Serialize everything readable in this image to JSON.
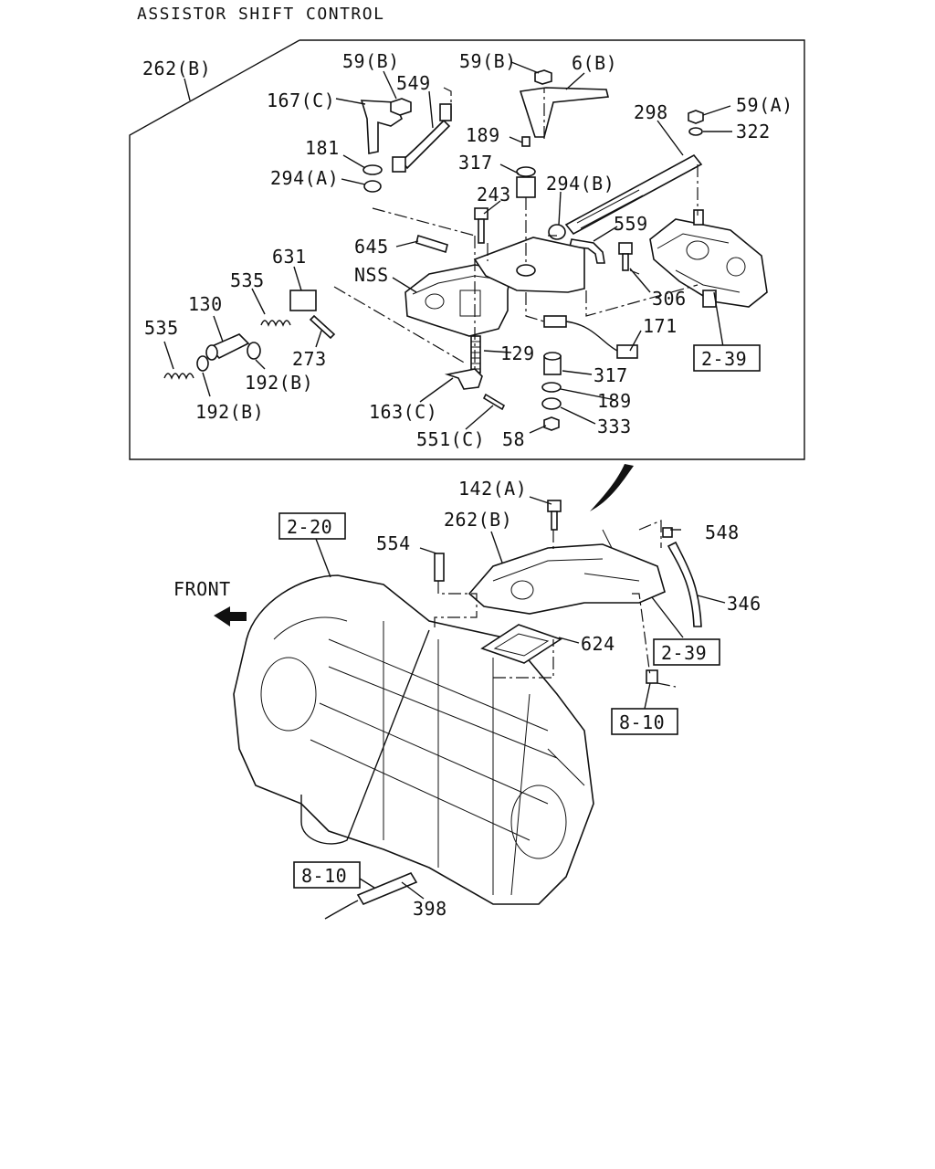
{
  "title": "ASSISTOR SHIFT CONTROL",
  "front_label": "FRONT",
  "callouts": [
    {
      "id": "c262b_top",
      "text": "262(B)"
    },
    {
      "id": "c59b_1",
      "text": "59(B)"
    },
    {
      "id": "c59b_2",
      "text": "59(B)"
    },
    {
      "id": "c6b",
      "text": "6(B)"
    },
    {
      "id": "c167c",
      "text": "167(C)"
    },
    {
      "id": "c549",
      "text": "549"
    },
    {
      "id": "c298",
      "text": "298"
    },
    {
      "id": "c59a",
      "text": "59(A)"
    },
    {
      "id": "c322",
      "text": "322"
    },
    {
      "id": "c189_top",
      "text": "189"
    },
    {
      "id": "c181",
      "text": "181"
    },
    {
      "id": "c317_top",
      "text": "317"
    },
    {
      "id": "c294a",
      "text": "294(A)"
    },
    {
      "id": "c294b",
      "text": "294(B)"
    },
    {
      "id": "c243",
      "text": "243"
    },
    {
      "id": "c559",
      "text": "559"
    },
    {
      "id": "c645",
      "text": "645"
    },
    {
      "id": "c631",
      "text": "631"
    },
    {
      "id": "cnss",
      "text": "NSS"
    },
    {
      "id": "c535_1",
      "text": "535"
    },
    {
      "id": "c306",
      "text": "306"
    },
    {
      "id": "c130",
      "text": "130"
    },
    {
      "id": "c171",
      "text": "171"
    },
    {
      "id": "c535_2",
      "text": "535"
    },
    {
      "id": "c273",
      "text": "273"
    },
    {
      "id": "c129",
      "text": "129"
    },
    {
      "id": "c317_bot",
      "text": "317"
    },
    {
      "id": "c192b_1",
      "text": "192(B)"
    },
    {
      "id": "c189_bot",
      "text": "189"
    },
    {
      "id": "c192b_2",
      "text": "192(B)"
    },
    {
      "id": "c163c",
      "text": "163(C)"
    },
    {
      "id": "c333",
      "text": "333"
    },
    {
      "id": "c551c",
      "text": "551(C)"
    },
    {
      "id": "c58",
      "text": "58"
    },
    {
      "id": "c142a",
      "text": "142(A)"
    },
    {
      "id": "c262b_bot",
      "text": "262(B)"
    },
    {
      "id": "c548",
      "text": "548"
    },
    {
      "id": "c554",
      "text": "554"
    },
    {
      "id": "c346",
      "text": "346"
    },
    {
      "id": "c624",
      "text": "624"
    },
    {
      "id": "c398",
      "text": "398"
    }
  ],
  "ref_boxes": [
    {
      "id": "r239_top",
      "text": "2-39"
    },
    {
      "id": "r220",
      "text": "2-20"
    },
    {
      "id": "r239_bot",
      "text": "2-39"
    },
    {
      "id": "r810_right",
      "text": "8-10"
    },
    {
      "id": "r810_left",
      "text": "8-10"
    }
  ]
}
